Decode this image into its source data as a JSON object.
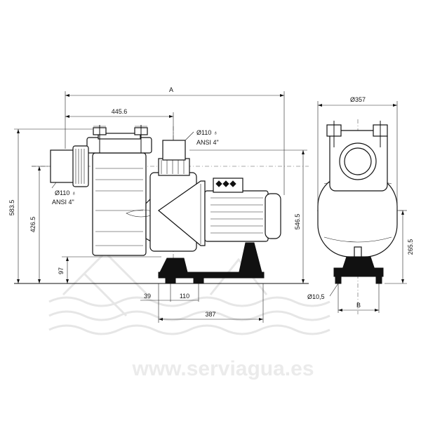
{
  "watermark": {
    "url_text": "www.serviagua.es"
  },
  "dimensions": {
    "overall_length": "A",
    "suction_to_discharge": "445.6",
    "discharge_pipe_dia": "Ø110 ♁",
    "discharge_pipe_std": "ANSI 4\"",
    "suction_pipe_dia": "Ø110 ♁",
    "suction_pipe_std": "ANSI 4\"",
    "total_height": "583.5",
    "suction_height": "426.5",
    "base_height": "97",
    "discharge_height": "546.5",
    "foot_offset": "39",
    "foot_spacing": "110",
    "base_length": "387",
    "body_diameter": "Ø357",
    "shaft_height": "265.5",
    "bolt_hole": "Ø10,5",
    "base_width": "B"
  }
}
